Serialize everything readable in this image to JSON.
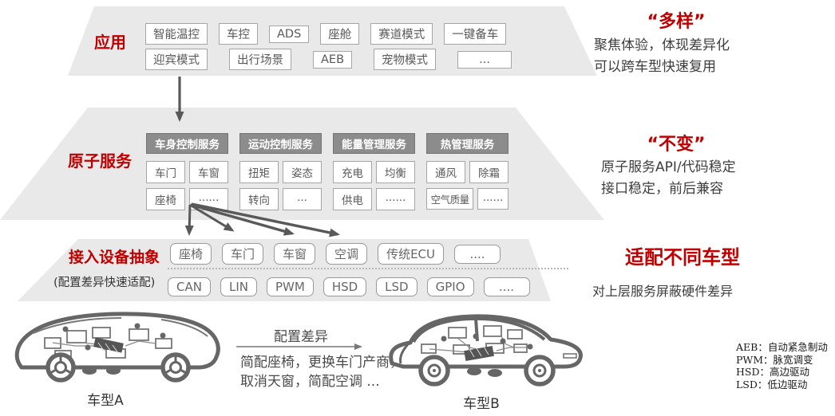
{
  "colors": {
    "accent_red": "#c00000",
    "layer_fill": "#e9e9e9",
    "group_header_fill": "#8c8c8c",
    "box_border": "#a6a6a6",
    "arrow_gray": "#595959"
  },
  "layers": {
    "app": {
      "label": "应用",
      "row1": [
        "智能温控",
        "车控",
        "ADS",
        "座舱",
        "赛道模式",
        "一键备车"
      ],
      "row2": [
        "迎宾模式",
        "出行场景",
        "AEB",
        "宠物模式",
        "..."
      ]
    },
    "atomic": {
      "label": "原子服务",
      "groups": [
        {
          "header": "车身控制服务",
          "rows": [
            [
              "车门",
              "车窗"
            ],
            [
              "座椅",
              "......"
            ]
          ]
        },
        {
          "header": "运动控制服务",
          "rows": [
            [
              "扭矩",
              "姿态"
            ],
            [
              "转向",
              "..."
            ]
          ]
        },
        {
          "header": "能量管理服务",
          "rows": [
            [
              "充电",
              "均衡"
            ],
            [
              "供电",
              "......"
            ]
          ]
        },
        {
          "header": "热管理服务",
          "rows": [
            [
              "通风",
              "除霜"
            ],
            [
              "空气质量",
              "......"
            ]
          ]
        }
      ]
    },
    "device": {
      "label": "接入设备抽象",
      "sublabel": "(配置差异快速适配)",
      "row1": [
        "座椅",
        "车门",
        "车窗",
        "空调",
        "传统ECU",
        "...."
      ],
      "row2": [
        "CAN",
        "LIN",
        "PWM",
        "HSD",
        "LSD",
        "GPIO",
        "...."
      ]
    }
  },
  "annotations": {
    "diverse": {
      "title": "“多样”",
      "lines": [
        "聚焦体验，体现差异化",
        "可以跨车型快速复用"
      ]
    },
    "stable": {
      "title": "“不变”",
      "lines": [
        "原子服务API/代码稳定",
        "接口稳定，前后兼容"
      ]
    },
    "adapt": {
      "title": "适配不同车型",
      "lines": [
        "对上层服务屏蔽硬件差异"
      ]
    }
  },
  "bottom": {
    "car_a_label": "车型A",
    "car_b_label": "车型B",
    "arrow_label": "配置差异",
    "diff_lines": [
      "简配座椅，更换车门产商，",
      "取消天窗，简配空调 ..."
    ]
  },
  "legend": [
    "AEB：自动紧急制动",
    "PWM：脉宽调变",
    "HSD：高边驱动",
    "LSD：低边驱动"
  ]
}
